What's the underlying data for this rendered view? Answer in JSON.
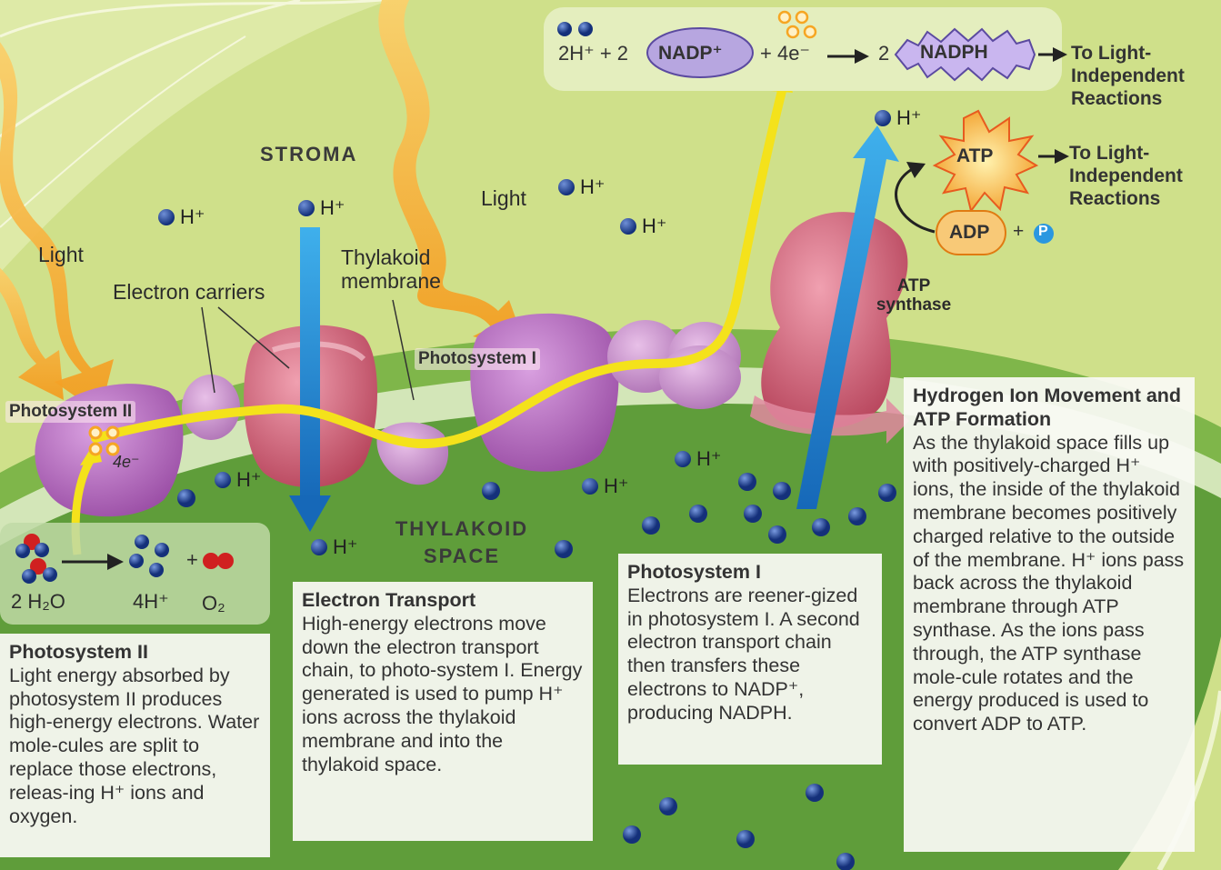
{
  "regions": {
    "stroma": "STROMA",
    "thylakoid_space": "THYLAKOID SPACE"
  },
  "labels": {
    "light_left": "Light",
    "light_center": "Light",
    "electron_carriers": "Electron carriers",
    "thylakoid_membrane": "Thylakoid membrane",
    "photosystem_ii": "Photosystem II",
    "photosystem_i": "Photosystem I",
    "atp_synthase": "ATP synthase",
    "four_e": "4e⁻"
  },
  "ions": {
    "h_plus": "H⁺"
  },
  "nadph_equation": {
    "hydrogen": "2H⁺ + 2",
    "nadp": "NADP⁺",
    "electrons": "+ 4e⁻",
    "coef": "2",
    "nadph": "NADPH",
    "destination": "To Light-Independent Reactions"
  },
  "atp_reaction": {
    "atp": "ATP",
    "adp": "ADP",
    "plus": "+",
    "phosphate": "P",
    "destination": "To Light-Independent Reactions"
  },
  "water_equation": {
    "water": "2 H₂O",
    "hydrogen": "4H⁺",
    "oxygen": "O₂",
    "plus": "+"
  },
  "captions": {
    "photosystem_ii": {
      "title": "Photosystem II",
      "body": "Light energy absorbed by photosystem II produces high-energy electrons. Water mole-cules are split to replace those electrons, releas-ing H⁺ ions and oxygen."
    },
    "electron_transport": {
      "title": "Electron Transport",
      "body": "High-energy electrons move down the electron transport chain, to photo-system I. Energy generated is used to pump H⁺ ions across the thylakoid membrane and into the thylakoid space."
    },
    "photosystem_i": {
      "title": "Photosystem I",
      "body": "Electrons are reener-gized in photosystem I. A second electron transport chain then transfers these electrons to NADP⁺, producing NADPH."
    },
    "atp_formation": {
      "title": "Hydrogen Ion Movement and ATP Formation",
      "body": "As the thylakoid space fills up with positively-charged H⁺ ions, the inside of the thylakoid membrane becomes positively charged relative to the outside of the membrane. H⁺ ions pass back across the thylakoid membrane through ATP synthase. As the ions pass through, the ATP synthase mole-cule rotates and the energy produced is used to convert ADP to ATP."
    }
  },
  "colors": {
    "stroma": "#cfe08a",
    "membrane": "#7fb64a",
    "thylakoid_space": "#5f9d3a",
    "photosystem": "#b56bbd",
    "carrier": "#c98ec9",
    "atp_synthase": "#d86a7e",
    "electron_path": "#f4e21b",
    "proton_flow": "#1e8fd6",
    "light": "#f6a623",
    "proton": "#1b3d8f"
  }
}
